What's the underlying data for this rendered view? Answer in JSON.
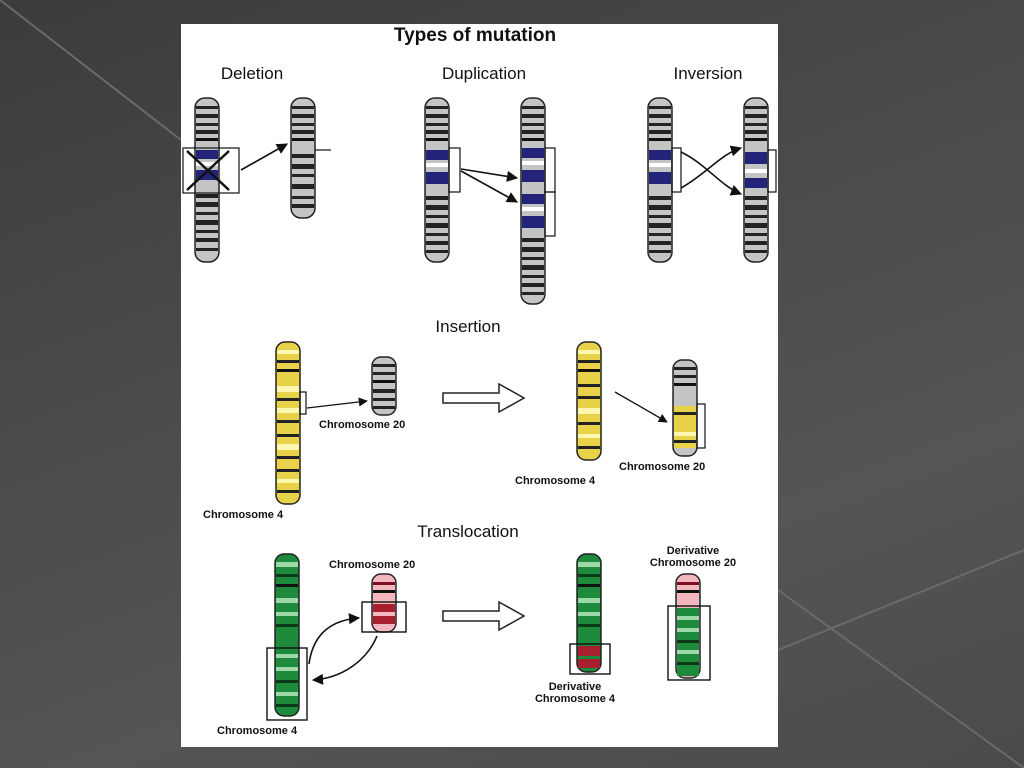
{
  "title": "Types of mutation",
  "sections": {
    "deletion": "Deletion",
    "duplication": "Duplication",
    "inversion": "Inversion",
    "insertion": "Insertion",
    "translocation": "Translocation"
  },
  "labels": {
    "ins_chr20_before": "Chromosome 20",
    "ins_chr4_before": "Chromosome 4",
    "ins_chr20_after": "Chromosome 20",
    "ins_chr4_after": "Chromosome 4",
    "tr_chr20_before": "Chromosome 20",
    "tr_chr4_before": "Chromosome 4",
    "tr_der20_line1": "Derivative",
    "tr_der20_line2": "Chromosome 20",
    "tr_der4_line1": "Derivative",
    "tr_der4_line2": "Chromosome 4"
  },
  "colors": {
    "blue_band": "#23237a",
    "yellow": "#e8d24a",
    "green": "#1e8a3c",
    "red": "#a82030",
    "pink": "#f2b8c0",
    "grey_chr": "#b8b8b8"
  }
}
